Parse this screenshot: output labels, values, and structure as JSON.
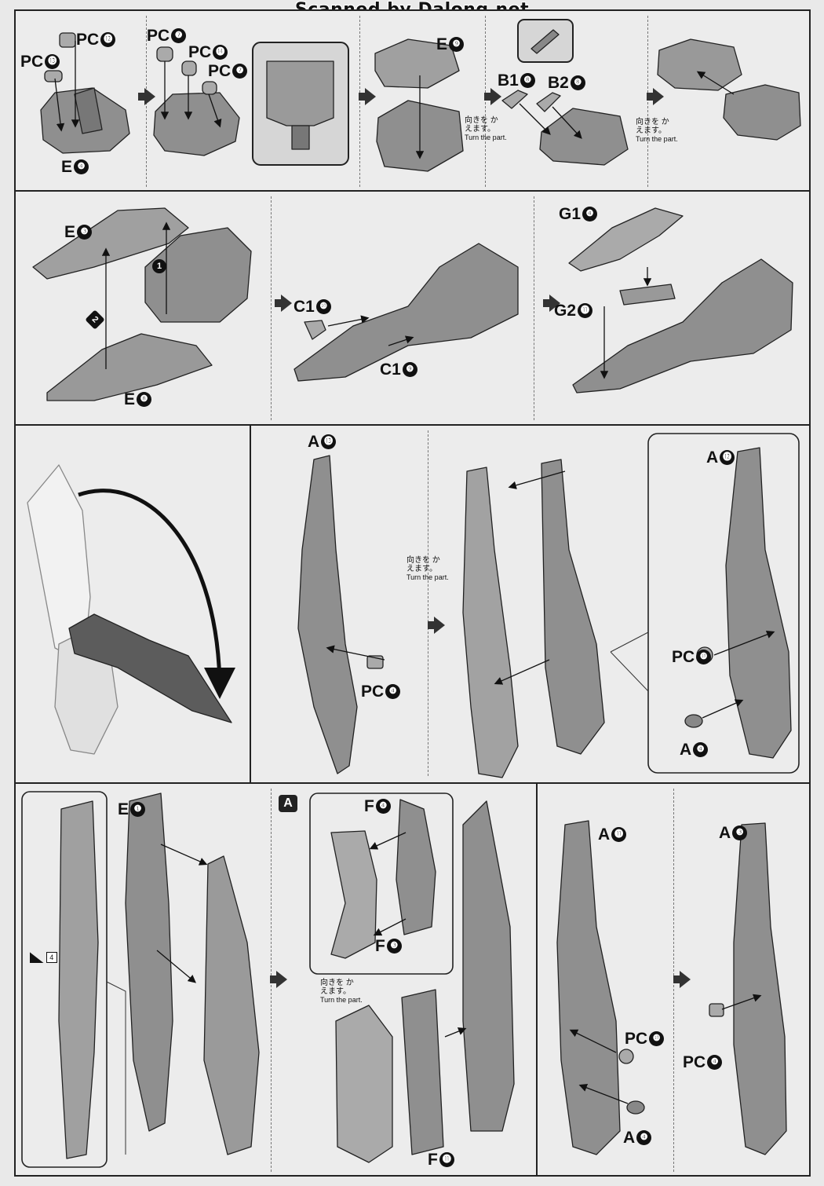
{
  "header": {
    "scan_credit": "Scanned by Dalong.net"
  },
  "turn_note": {
    "jp": "向きを かえます。",
    "en": "Turn the part."
  },
  "row1": {
    "pc12": "PC",
    "pc12_n": "⓬",
    "pc13": "PC",
    "pc13_n": "⓭",
    "e4": "E",
    "e4_n": "❹",
    "pc7a": "PC",
    "pc7a_n": "❼",
    "pc14": "PC",
    "pc14_n": "⓮",
    "pc7b": "PC",
    "pc7b_n": "❼",
    "e9": "E",
    "e9_n": "❾",
    "b18": "B1",
    "b18_n": "❽",
    "b28": "B2",
    "b28_n": "❽"
  },
  "row2": {
    "e3": "E",
    "e3_n": "❸",
    "e8": "E",
    "e8_n": "❽",
    "step1": "1",
    "step2": "2",
    "c110": "C1",
    "c110_n": "❿",
    "c19": "C1",
    "c19_n": "❾",
    "g14": "G1",
    "g14_n": "❹",
    "g211": "G2",
    "g211_n": "⓫"
  },
  "row3": {
    "a13": "A",
    "a13_n": "⓭",
    "pc4": "PC",
    "pc4_n": "❹",
    "a12": "A",
    "a12_n": "⓬",
    "pc10": "PC",
    "pc10_n": "❿",
    "a4": "A",
    "a4_n": "❹"
  },
  "row4": {
    "decal_num": "4",
    "e1": "E",
    "e1_n": "❶",
    "badge": "A",
    "f4": "F",
    "f4_n": "❹",
    "f3": "F",
    "f3_n": "❸",
    "f11": "F",
    "f11_n": "⓫",
    "a11": "A",
    "a11_n": "⓫",
    "pc10": "PC",
    "pc10_n": "❿",
    "a4": "A",
    "a4_n": "❹",
    "a3": "A",
    "a3_n": "❸",
    "pc4": "PC",
    "pc4_n": "❹"
  },
  "colors": {
    "ink": "#111111",
    "part_fill": "#8f8f8f",
    "part_dark": "#555555",
    "paper": "#ececec"
  }
}
